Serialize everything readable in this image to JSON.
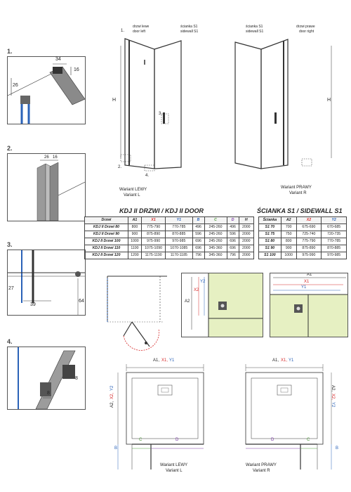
{
  "variants": {
    "left": {
      "door_label_pl": "drzwi lewe",
      "door_label_en": "door left",
      "wall_label_pl": "ścianka S1",
      "wall_label_en": "sidewall S1",
      "variant_pl": "Wariant LEWY",
      "variant_en": "Variant L",
      "callout_1": "1.",
      "callout_2": "2.",
      "callout_3": "3.",
      "callout_4": "4.",
      "height_mark": "H"
    },
    "right": {
      "wall_label_pl": "ścianka S1",
      "wall_label_en": "sidewall S1",
      "door_label_pl": "drzwi prawe",
      "door_label_en": "door right",
      "variant_pl": "Wariant PRAWY",
      "variant_en": "Variant R",
      "height_mark": "H"
    }
  },
  "details": {
    "d1": {
      "number": "1.",
      "dim_a": "34",
      "dim_b": "16",
      "dim_c": "26"
    },
    "d2": {
      "number": "2.",
      "dim_a": "26",
      "dim_b": "16"
    },
    "d3": {
      "number": "3.",
      "dim_a": "27",
      "dim_b": "39",
      "dim_c": "64"
    },
    "d4": {
      "number": "4.",
      "dim_a": "8",
      "dim_b": "8"
    }
  },
  "door_table": {
    "title": "KDJ II DRZWI / KDJ II DOOR",
    "headers": [
      "Drzwi",
      "A1",
      "X1",
      "Y1",
      "B",
      "C",
      "D",
      "H"
    ],
    "rows": [
      [
        "KDJ II Drzwi 80",
        "800",
        "775-790",
        "770-785",
        "496",
        "245-260",
        "496",
        "2000"
      ],
      [
        "KDJ II Drzwi 90",
        "900",
        "875-890",
        "870-885",
        "596",
        "245-260",
        "596",
        "2000"
      ],
      [
        "KDJ II Drzwi 100",
        "1000",
        "975-990",
        "970-985",
        "696",
        "245-260",
        "696",
        "2000"
      ],
      [
        "KDJ II Drzwi 110",
        "1100",
        "1075-1090",
        "1070-1085",
        "696",
        "345-360",
        "696",
        "2000"
      ],
      [
        "KDJ II Drzwi 120",
        "1200",
        "1175-1190",
        "1170-1185",
        "796",
        "345-360",
        "796",
        "2000"
      ]
    ]
  },
  "wall_table": {
    "title": "ŚCIANKA S1 / SIDEWALL S1",
    "headers": [
      "Ścianka",
      "A2",
      "X2",
      "Y2"
    ],
    "rows": [
      [
        "S1 70",
        "700",
        "675-690",
        "670-685"
      ],
      [
        "S1 75",
        "750",
        "725-740",
        "720-735"
      ],
      [
        "S1 80",
        "800",
        "775-790",
        "770-785"
      ],
      [
        "S1 90",
        "900",
        "875-890",
        "870-885"
      ],
      [
        "S1 100",
        "1000",
        "975-990",
        "970-985"
      ]
    ]
  },
  "mid_diagrams": {
    "left_plan": {
      "a2": "A2",
      "x2": "X2",
      "y2": "Y2"
    },
    "right_plan": {
      "a1": "A1",
      "x1": "X1",
      "y1": "Y1"
    }
  },
  "bottom_plans": {
    "left": {
      "top_label_a": "A1,",
      "top_label_x": "X1,",
      "top_label_y": "Y1",
      "side_a": "A2,",
      "side_x": "X2,",
      "side_y": "Y2",
      "b": "B",
      "c": "C",
      "d": "D",
      "variant_pl": "Wariant LEWY",
      "variant_en": "Variant L"
    },
    "right": {
      "top_label_a": "A1,",
      "top_label_x": "X1,",
      "top_label_y": "Y1",
      "side_a": "A2,",
      "side_x": "X2,",
      "side_y": "Y2",
      "b": "B",
      "c": "C",
      "d": "D",
      "variant_pl": "Wariant PRAWY",
      "variant_en": "Variant R"
    }
  },
  "colors": {
    "red": "#d62828",
    "blue": "#2a62b8",
    "green": "#4e9a3a",
    "purple": "#7a3aa6",
    "highlight": "#e6f0c2"
  }
}
